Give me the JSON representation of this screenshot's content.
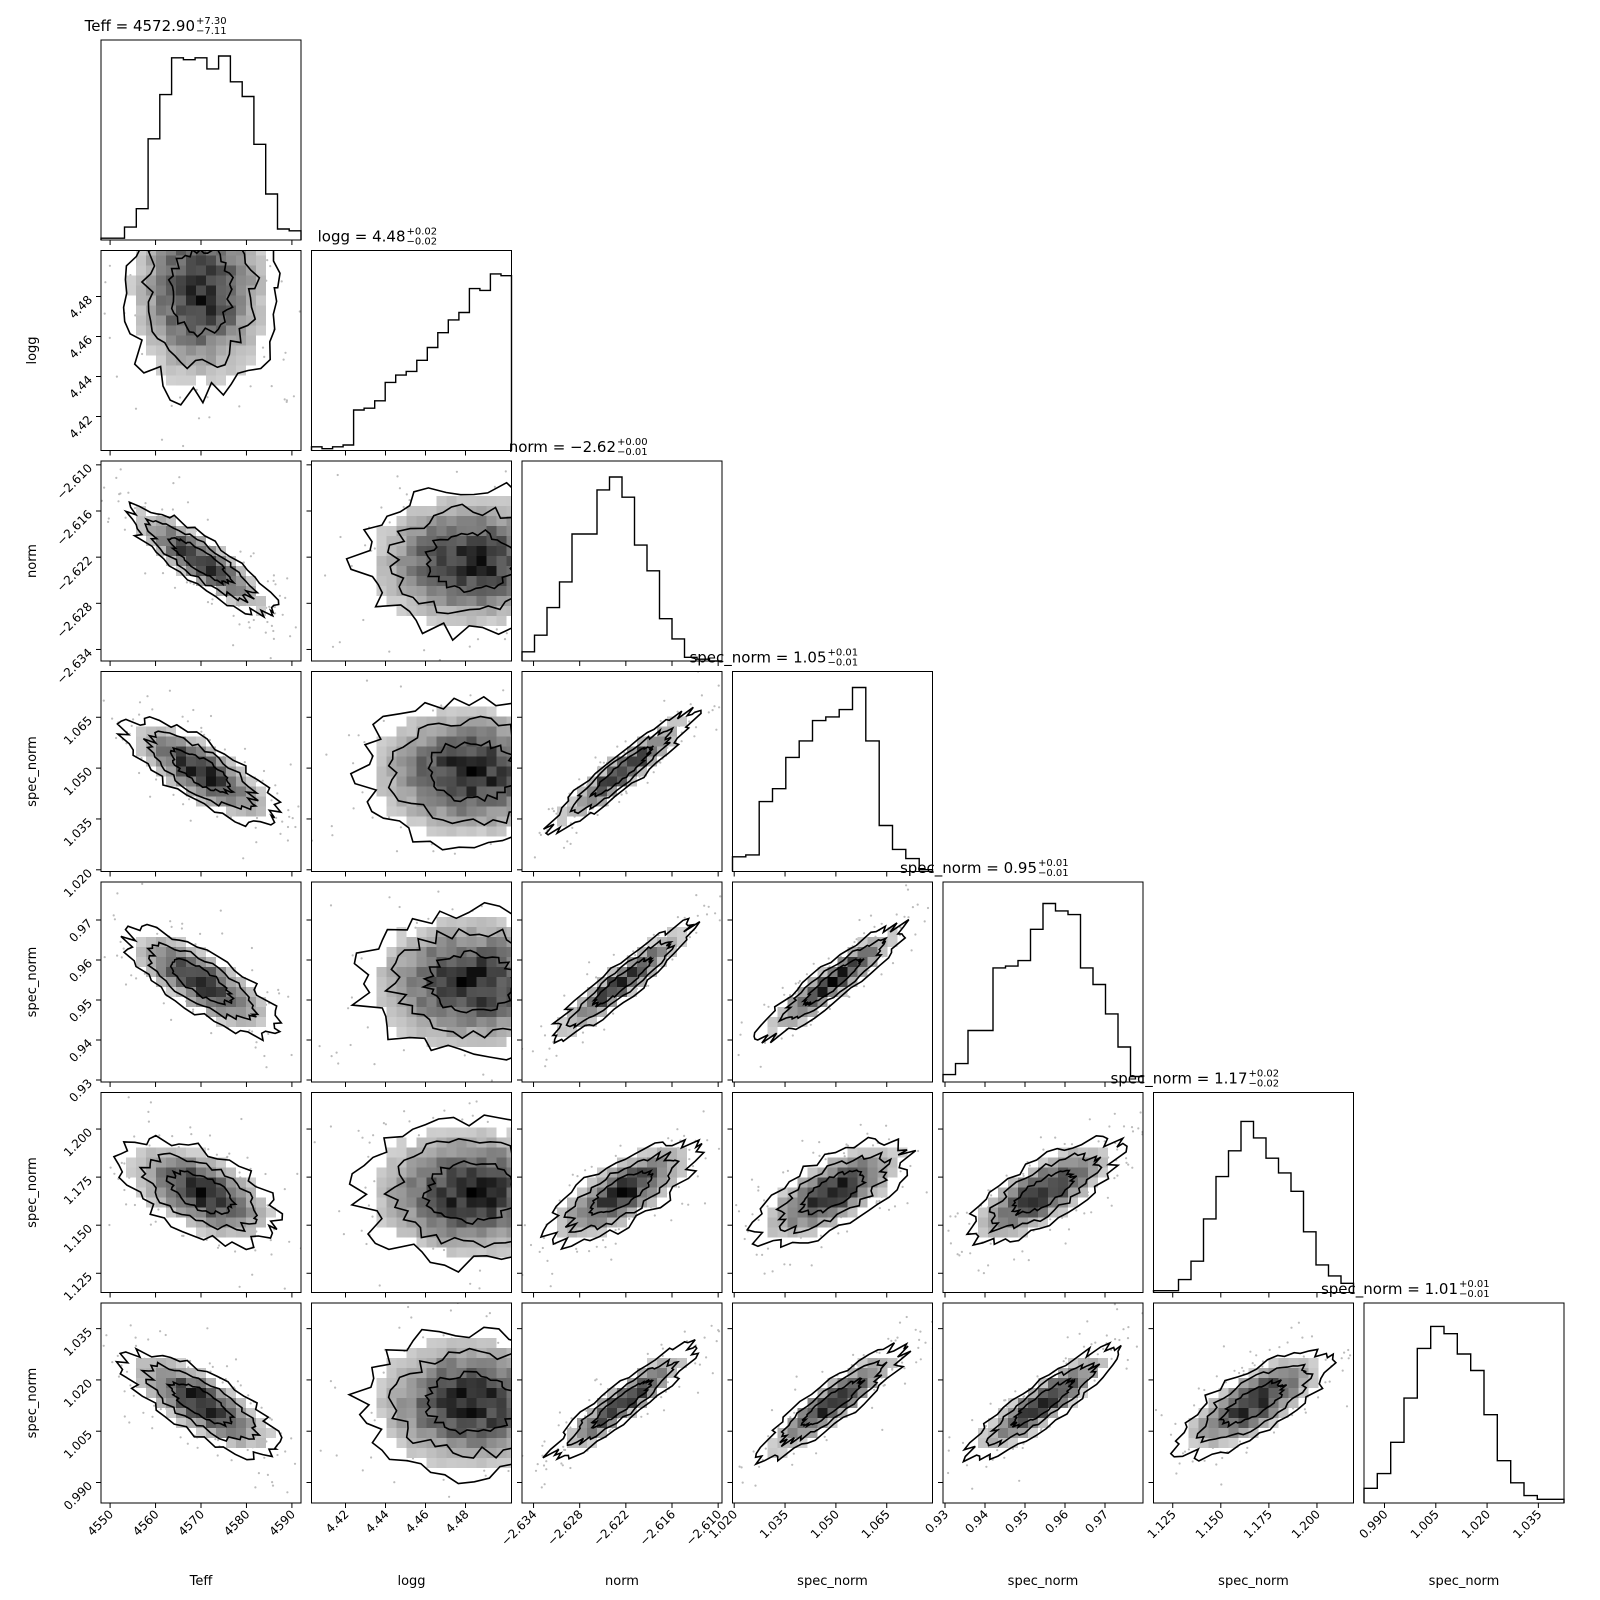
{
  "chart_data": {
    "type": "corner",
    "parameters": [
      {
        "label": "Teff",
        "title_name": "Teff",
        "median": "4572.90",
        "err_plus": "+7.30",
        "err_minus": "−7.11",
        "range": [
          4548,
          4592
        ],
        "ticks": [
          4550,
          4560,
          4570,
          4580,
          4590
        ],
        "tick_labels": [
          "4550",
          "4560",
          "4570",
          "4580",
          "4590"
        ]
      },
      {
        "label": "logg",
        "title_name": "logg",
        "median": "4.48",
        "err_plus": "+0.02",
        "err_minus": "−0.02",
        "range": [
          4.403,
          4.503
        ],
        "ticks": [
          4.42,
          4.44,
          4.46,
          4.48
        ],
        "tick_labels": [
          "4.42",
          "4.44",
          "4.46",
          "4.48"
        ]
      },
      {
        "label": "norm",
        "title_name": "norm",
        "median": "−2.62",
        "err_plus": "+0.00",
        "err_minus": "−0.01",
        "range": [
          -2.6355,
          -2.6095
        ],
        "ticks": [
          -2.634,
          -2.628,
          -2.622,
          -2.616,
          -2.61
        ],
        "tick_labels": [
          "−2.634",
          "−2.628",
          "−2.622",
          "−2.616",
          "−2.610"
        ]
      },
      {
        "label": "spec_norm",
        "title_name": "spec_norm",
        "median": "1.05",
        "err_plus": "+0.01",
        "err_minus": "−0.01",
        "range": [
          1.0195,
          1.0785
        ],
        "ticks": [
          1.02,
          1.035,
          1.05,
          1.065
        ],
        "tick_labels": [
          "1.020",
          "1.035",
          "1.050",
          "1.065"
        ]
      },
      {
        "label": "spec_norm",
        "title_name": "spec_norm",
        "median": "0.95",
        "err_plus": "+0.01",
        "err_minus": "−0.01",
        "range": [
          0.9295,
          0.9795
        ],
        "ticks": [
          0.93,
          0.94,
          0.95,
          0.96,
          0.97
        ],
        "tick_labels": [
          "0.93",
          "0.94",
          "0.95",
          "0.96",
          "0.97"
        ]
      },
      {
        "label": "spec_norm",
        "title_name": "spec_norm",
        "median": "1.17",
        "err_plus": "+0.02",
        "err_minus": "−0.02",
        "range": [
          1.115,
          1.219
        ],
        "ticks": [
          1.125,
          1.15,
          1.175,
          1.2
        ],
        "tick_labels": [
          "1.125",
          "1.150",
          "1.175",
          "1.200"
        ]
      },
      {
        "label": "spec_norm",
        "title_name": "spec_norm",
        "median": "1.01",
        "err_plus": "+0.01",
        "err_minus": "−0.01",
        "range": [
          0.984,
          1.0425
        ],
        "ticks": [
          0.99,
          1.005,
          1.02,
          1.035
        ],
        "tick_labels": [
          "0.990",
          "1.005",
          "1.020",
          "1.035"
        ]
      }
    ],
    "histograms": [
      [
        0.01,
        0.01,
        0.07,
        0.17,
        0.55,
        0.79,
        0.99,
        0.98,
        0.99,
        0.93,
        1.0,
        0.86,
        0.78,
        0.52,
        0.25,
        0.06,
        0.05
      ],
      [
        0.02,
        0.01,
        0.02,
        0.03,
        0.22,
        0.23,
        0.27,
        0.37,
        0.41,
        0.43,
        0.49,
        0.56,
        0.64,
        0.71,
        0.75,
        0.88,
        0.87,
        0.96,
        0.95
      ],
      [
        0.05,
        0.14,
        0.29,
        0.43,
        0.69,
        0.69,
        0.93,
        1.0,
        0.89,
        0.63,
        0.49,
        0.23,
        0.12,
        0.02,
        0.01,
        0.0
      ],
      [
        0.08,
        0.09,
        0.38,
        0.45,
        0.62,
        0.71,
        0.82,
        0.84,
        0.88,
        1.0,
        0.71,
        0.25,
        0.12,
        0.07,
        0.01
      ],
      [
        0.04,
        0.1,
        0.28,
        0.28,
        0.62,
        0.63,
        0.66,
        0.83,
        0.97,
        0.93,
        0.91,
        0.62,
        0.53,
        0.37,
        0.19,
        0.03
      ],
      [
        0.01,
        0.01,
        0.07,
        0.17,
        0.4,
        0.63,
        0.77,
        0.93,
        0.84,
        0.73,
        0.65,
        0.55,
        0.33,
        0.15,
        0.09,
        0.05
      ],
      [
        0.08,
        0.16,
        0.33,
        0.57,
        0.84,
        0.96,
        0.92,
        0.81,
        0.72,
        0.48,
        0.23,
        0.11,
        0.04,
        0.02,
        0.02
      ]
    ],
    "pair_correlations": [
      [
        0,
        0,
        0,
        0,
        0,
        0,
        0
      ],
      [
        0.05,
        0,
        0,
        0,
        0,
        0,
        0
      ],
      [
        -0.82,
        -0.05,
        0,
        0,
        0,
        0,
        0
      ],
      [
        -0.72,
        0.05,
        0.95,
        0,
        0,
        0,
        0
      ],
      [
        -0.72,
        0.05,
        0.95,
        0.9,
        0,
        0,
        0
      ],
      [
        -0.55,
        0.05,
        0.7,
        0.65,
        0.7,
        0,
        0
      ],
      [
        -0.7,
        0.05,
        0.9,
        0.87,
        0.85,
        0.7,
        0
      ]
    ],
    "grid": false,
    "legend": "none"
  }
}
